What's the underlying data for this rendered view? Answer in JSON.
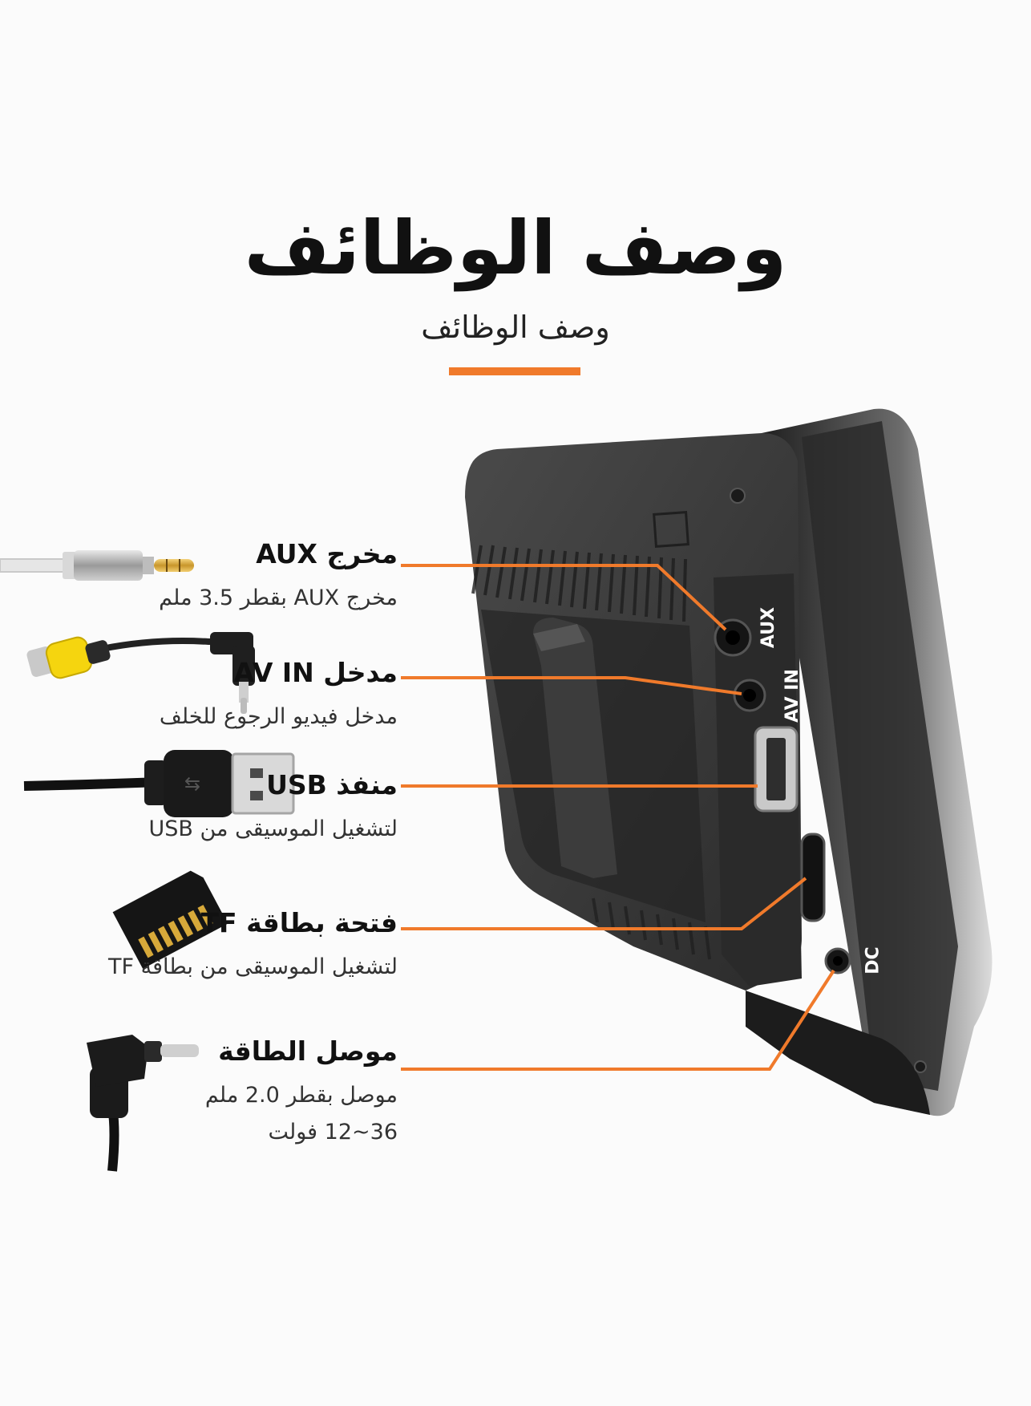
{
  "header": {
    "title": "وصف الوظائف",
    "subtitle": "وصف الوظائف"
  },
  "colors": {
    "accent": "#f07a2b",
    "device_body": "#3a3a3a",
    "background": "#fbfbfb"
  },
  "features": [
    {
      "name": "مخرج AUX",
      "desc": "مخرج AUX بقطر 3.5 ملم",
      "icon": "aux-audio-cable-icon"
    },
    {
      "name": "مدخل AV IN",
      "desc": "مدخل فيديو الرجوع للخلف",
      "icon": "rca-video-cable-icon"
    },
    {
      "name": "منفذ USB",
      "desc": "لتشغيل الموسيقى من USB",
      "icon": "usb-cable-icon"
    },
    {
      "name": "فتحة بطاقة TF",
      "desc": "لتشغيل الموسيقى من بطاقة TF",
      "icon": "tf-card-icon"
    },
    {
      "name": "موصل الطاقة",
      "desc": "موصل بقطر 2.0 ملم",
      "desc2": "36~12 فولت",
      "icon": "dc-power-cable-icon"
    }
  ],
  "ports": {
    "aux": "AUX",
    "av_in": "AV IN",
    "dc": "DC"
  }
}
